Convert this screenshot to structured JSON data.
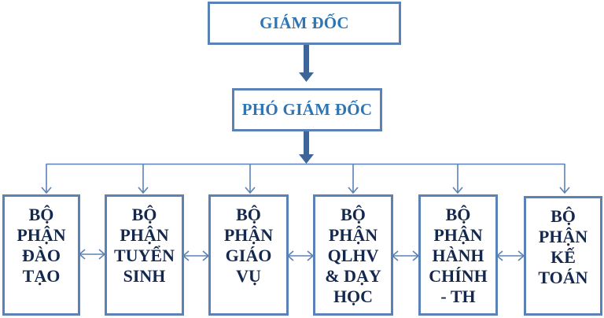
{
  "diagram": {
    "director": {
      "label": "GIÁM ĐỐC"
    },
    "deputy_director": {
      "label": "PHÓ GIÁM ĐỐC"
    },
    "departments": [
      {
        "lines": [
          "BỘ",
          "PHẬN",
          "ĐÀO",
          "TẠO"
        ]
      },
      {
        "lines": [
          "BỘ",
          "PHẬN",
          "TUYỂN",
          "SINH"
        ]
      },
      {
        "lines": [
          "BỘ",
          "PHẬN",
          "GIÁO",
          "VỤ"
        ]
      },
      {
        "lines": [
          "BỘ",
          "PHẬN",
          "QLHV",
          "& DẠY",
          "HỌC"
        ]
      },
      {
        "lines": [
          "BỘ",
          "PHẬN",
          "HÀNH",
          "CHÍNH",
          "- TH"
        ]
      },
      {
        "lines": [
          "BỘ",
          "PHẬN",
          "KẾ",
          "TOÁN"
        ]
      }
    ],
    "colors": {
      "border": "#5b82b6",
      "top_text": "#2e75b6",
      "dept_text": "#14284e",
      "thick_arrow": "#3f6497",
      "thin_line": "#5b82b6"
    }
  }
}
